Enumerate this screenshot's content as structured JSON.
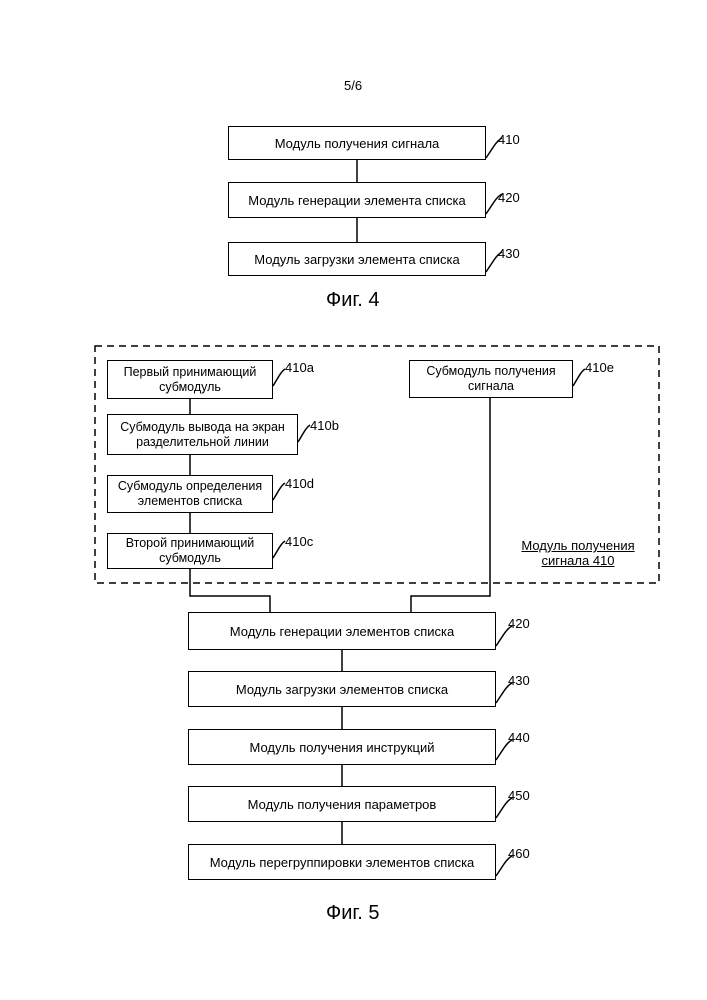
{
  "page_number": "5/6",
  "fig4": {
    "caption": "Фиг. 4",
    "modules": [
      {
        "label": "Модуль получения сигнала",
        "ref": "410"
      },
      {
        "label": "Модуль генерации элемента списка",
        "ref": "420"
      },
      {
        "label": "Модуль загрузки элемента списка",
        "ref": "430"
      }
    ]
  },
  "fig5": {
    "caption": "Фиг. 5",
    "group_label_line1": "Модуль получения",
    "group_label_line2": "сигнала 410",
    "submodules": [
      {
        "line1": "Первый принимающий",
        "line2": "субмодуль",
        "ref": "410a"
      },
      {
        "line1": "Субмодуль вывода на экран",
        "line2": "разделительной линии",
        "ref": "410b"
      },
      {
        "line1": "Субмодуль определения",
        "line2": "элементов списка",
        "ref": "410d"
      },
      {
        "line1": "Второй принимающий",
        "line2": "субмодуль",
        "ref": "410c"
      },
      {
        "line1": "Субмодуль получения",
        "line2": "сигнала",
        "ref": "410e"
      }
    ],
    "modules": [
      {
        "label": "Модуль генерации элементов списка",
        "ref": "420"
      },
      {
        "label": "Модуль загрузки элементов списка",
        "ref": "430"
      },
      {
        "label": "Модуль получения инструкций",
        "ref": "440"
      },
      {
        "label": "Модуль получения параметров",
        "ref": "450"
      },
      {
        "label": "Модуль перегруппировки элементов списка",
        "ref": "460"
      }
    ]
  }
}
